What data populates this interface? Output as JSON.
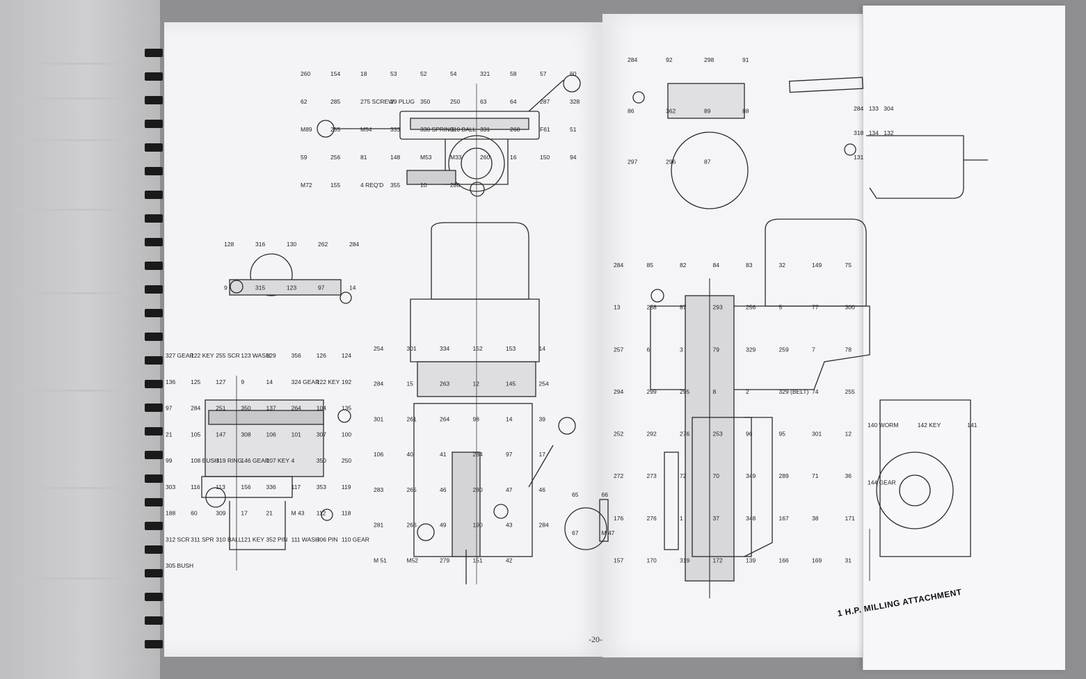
{
  "page_number": "-20-",
  "caption": "1 H.P. MILLING ATTACHMENT",
  "colors": {
    "paper": "#f4f4f6",
    "ink": "#222222",
    "background": "#8f8f91",
    "binding": "#1a1a1a"
  },
  "callouts": {
    "head_top": [
      "260",
      "154",
      "18",
      "53",
      "52",
      "54",
      "321",
      "58",
      "57",
      "60",
      "62",
      "285",
      "275 SCREW",
      "29 PLUG",
      "350",
      "250",
      "63",
      "64",
      "287",
      "328",
      "M89",
      "255",
      "M54",
      "333",
      "330 SPRING",
      "310 BALL",
      "331",
      "268",
      "F61",
      "51",
      "59",
      "256",
      "81",
      "148",
      "M53",
      "M33",
      "260",
      "16",
      "150",
      "94",
      "M72",
      "155",
      "4 REQ'D",
      "355",
      "10",
      "286"
    ],
    "quill_lock": [
      "128",
      "316",
      "130",
      "262",
      "284",
      "9",
      "315",
      "123",
      "97",
      "14"
    ],
    "feed_gearbox": [
      "327 GEAR",
      "122 KEY",
      "255 SCR",
      "123 WASH",
      "129",
      "356",
      "126",
      "124",
      "136",
      "125",
      "127",
      "9",
      "14",
      "324 GEAR",
      "122 KEY",
      "192",
      "97",
      "284",
      "251",
      "350",
      "137",
      "264",
      "104",
      "135",
      "21",
      "105",
      "147",
      "308",
      "106",
      "101",
      "307",
      "100",
      "99",
      "108 BUSH",
      "319 RING",
      "146 GEAR",
      "107 KEY",
      "4",
      "350",
      "250",
      "303",
      "116",
      "113",
      "156",
      "336",
      "117",
      "353",
      "119",
      "188",
      "60",
      "309",
      "17",
      "21",
      "M 43",
      "112",
      "118",
      "312 SCR",
      "311 SPR",
      "310 BALL",
      "121 KEY",
      "352 PIN",
      "111 WASH",
      "306 PIN",
      "110 GEAR",
      "305 BUSH"
    ],
    "head_front": [
      "254",
      "301",
      "334",
      "152",
      "153",
      "14",
      "284",
      "15",
      "263",
      "12",
      "145",
      "254",
      "301",
      "261",
      "264",
      "98",
      "14",
      "39",
      "106",
      "40",
      "41",
      "284",
      "97",
      "17",
      "283",
      "265",
      "46",
      "280",
      "47",
      "46",
      "281",
      "266",
      "49",
      "190",
      "43",
      "284",
      "M 51",
      "M52",
      "279",
      "151",
      "42"
    ],
    "belt_guard": [
      "284",
      "92",
      "298",
      "91",
      "86",
      "362",
      "89",
      "88",
      "297",
      "296",
      "87"
    ],
    "spindle_section": [
      "284",
      "85",
      "82",
      "84",
      "83",
      "32",
      "149",
      "75",
      "13",
      "258",
      "87",
      "293",
      "256",
      "5",
      "77",
      "300",
      "257",
      "6",
      "3",
      "79",
      "329",
      "259",
      "7",
      "78",
      "294",
      "299",
      "295",
      "8",
      "2",
      "329 (BELT)",
      "74",
      "255",
      "252",
      "292",
      "276",
      "253",
      "96",
      "95",
      "301",
      "12",
      "272",
      "273",
      "72",
      "70",
      "349",
      "289",
      "71",
      "36",
      "176",
      "276",
      "1",
      "37",
      "348",
      "167",
      "38",
      "171",
      "157",
      "170",
      "319",
      "172",
      "139",
      "166",
      "169",
      "31"
    ],
    "clamp_ring": [
      "65",
      "66",
      "67",
      "M 47"
    ],
    "foldout_top": [
      "284",
      "133",
      "304",
      "318",
      "134",
      "132",
      "131"
    ],
    "worm_gear": [
      "140 WORM",
      "142 KEY",
      "141",
      "144 GEAR"
    ]
  }
}
